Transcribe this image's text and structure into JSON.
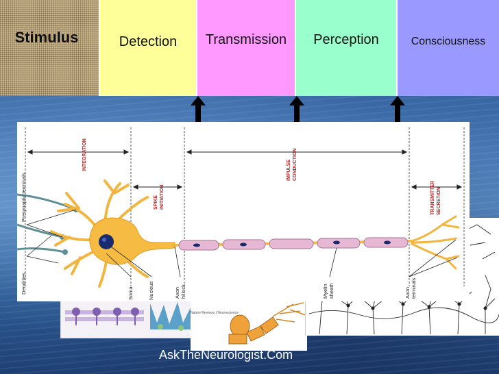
{
  "stages": {
    "stimulus": "Stimulus",
    "detection": "Detection",
    "transmission": "Transmission",
    "perception": "Perception",
    "consciousness": "Consciousness"
  },
  "neuron_diagram": {
    "sections": {
      "integration": "INTEGRATION",
      "spike_initiation": [
        "SPIKE",
        "INITIATION"
      ],
      "impulse_conduction": [
        "IMPULSE",
        "CONDUCTION"
      ],
      "transmitter_secretion": [
        "TRANSMITTER",
        "SECRETION"
      ]
    },
    "labels": {
      "presynaptic_terminals": "Presynaptic terminals",
      "dendrites": "Dendrites",
      "soma": "Soma",
      "nucleus": "Nucleus",
      "axon_hillock": [
        "Axon",
        "hillock"
      ],
      "myelin_sheath": [
        "Myelin",
        "sheath"
      ],
      "axon_terminals": [
        "Axon",
        "terminals"
      ]
    }
  },
  "inset_text": {
    "journal": "Nature Reviews | Neuroscience"
  },
  "footer": {
    "site": "AskTheNeurologist.Com"
  }
}
